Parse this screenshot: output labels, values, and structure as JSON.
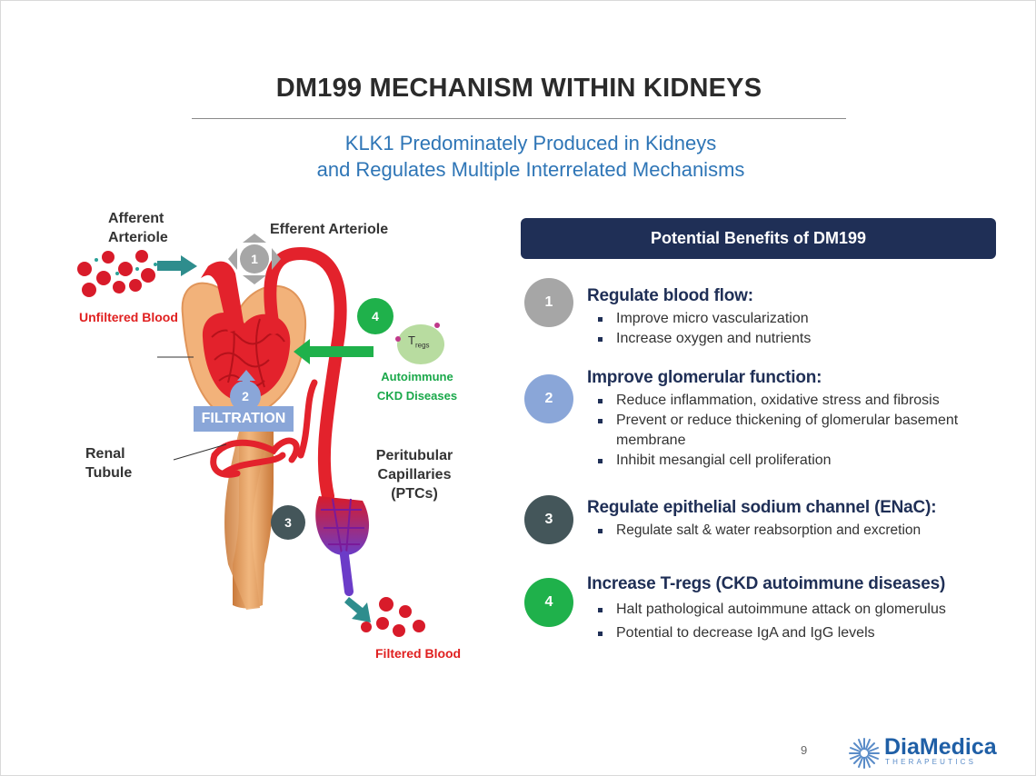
{
  "title": "DM199 MECHANISM WITHIN KIDNEYS",
  "subtitle": {
    "line1": "KLK1 Predominately Produced in Kidneys",
    "line2": "and Regulates Multiple Interrelated Mechanisms"
  },
  "diagram": {
    "afferent": [
      "Afferent",
      "Arteriole"
    ],
    "efferent": "Efferent Arteriole",
    "unfiltered": "Unfiltered Blood",
    "filtration": "FILTRATION",
    "renal": [
      "Renal",
      "Tubule"
    ],
    "ptc": [
      "Peritubular",
      "Capillaries",
      "(PTCs)"
    ],
    "autoimmune": [
      "Autoimmune",
      "CKD Diseases"
    ],
    "filtered": "Filtered Blood",
    "tregs": "T",
    "tregs_sub": "regs",
    "markers": [
      "1",
      "2",
      "3",
      "4"
    ]
  },
  "benefits": {
    "header": "Potential Benefits of DM199",
    "items": [
      {
        "num": "1",
        "title": "Regulate blood flow:",
        "bullets": [
          "Improve micro vascularization",
          "Increase oxygen and nutrients"
        ]
      },
      {
        "num": "2",
        "title": "Improve glomerular function:",
        "bullets": [
          "Reduce inflammation, oxidative stress and fibrosis",
          "Prevent or reduce thickening of glomerular basement membrane",
          "Inhibit mesangial cell proliferation"
        ]
      },
      {
        "num": "3",
        "title": "Regulate epithelial sodium channel (ENaC):",
        "bullets": [
          "Regulate salt & water reabsorption and excretion"
        ]
      },
      {
        "num": "4",
        "title": "Increase T-regs (CKD autoimmune diseases)",
        "bullets": [
          "Halt pathological autoimmune attack on glomerulus",
          "Potential to decrease IgA and IgG levels"
        ]
      }
    ]
  },
  "page_number": "9",
  "logo": {
    "name": "DiaMedica",
    "sub": "THERAPEUTICS"
  },
  "colors": {
    "navy": "#1f2f56",
    "blue": "#2e75b6",
    "gray": "#a6a6a6",
    "lightblue": "#8aa6d8",
    "darkgray": "#44565a",
    "green": "#1fb14b",
    "red": "#e02020"
  }
}
